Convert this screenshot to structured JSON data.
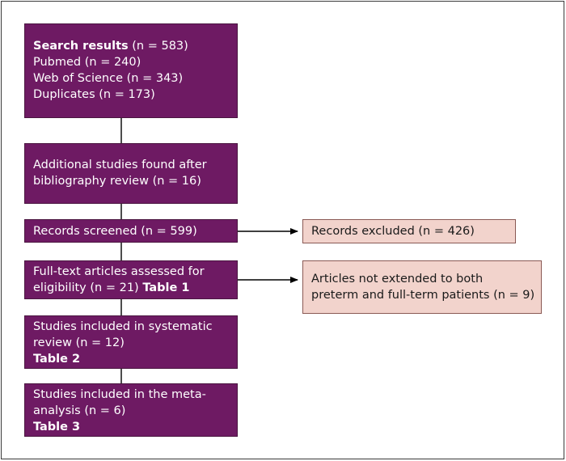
{
  "boxes": {
    "search": {
      "title": "Search results",
      "title_count": " (n = 583)",
      "line2": "Pubmed (n = 240)",
      "line3": "Web of Science (n = 343)",
      "line4": "Duplicates (n = 173)"
    },
    "additional": {
      "line1": "Additional studies found after",
      "line2": "bibliography review (n = 16)"
    },
    "screened": {
      "line1": "Records screened (n = 599)"
    },
    "fulltext": {
      "line1": "Full-text articles assessed for",
      "line2": "eligibility (n = 21) ",
      "table_ref": "Table 1"
    },
    "systematic": {
      "line1": "Studies included in systematic",
      "line2": "review (n = 12)",
      "table_ref": "Table 2"
    },
    "meta": {
      "line1": "Studies included in the meta-",
      "line2": "analysis (n = 6)",
      "table_ref": "Table 3"
    },
    "excluded": {
      "line1": "Records excluded (n = 426)"
    },
    "not_extended": {
      "line1": "Articles not extended to both",
      "line2": "preterm and full-term patients (n = 9)"
    }
  },
  "colors": {
    "main_box": "#6e1a63",
    "side_box": "#f2d3cc",
    "line": "#000000"
  }
}
